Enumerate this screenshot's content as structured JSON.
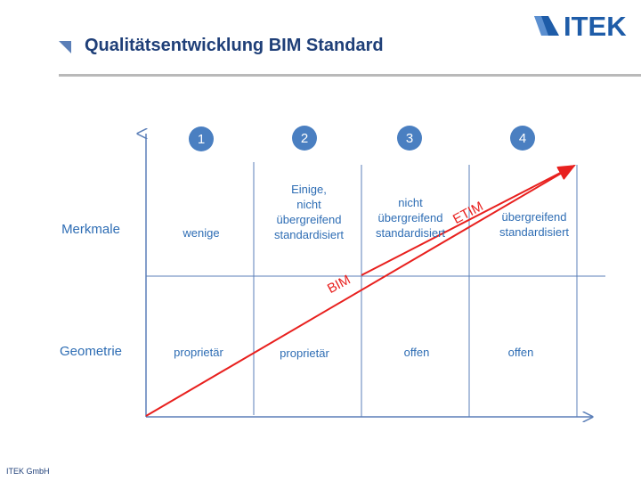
{
  "header": {
    "title": "Qualitätsentwicklung BIM Standard",
    "logo_text": "ITEK",
    "accent_color": "#1f3f78",
    "logo_color": "#1e5ca8"
  },
  "footer": {
    "company": "ITEK GmbH"
  },
  "diagram": {
    "stages": [
      "1",
      "2",
      "3",
      "4"
    ],
    "rows": [
      {
        "label": "Merkmale",
        "cells": [
          "wenige",
          "Einige,\nnicht\nübergreifend\nstandardisiert",
          "nicht\nübergreifend\nstandardisiert",
          "übergreifend\nstandardisiert"
        ]
      },
      {
        "label": "Geometrie",
        "cells": [
          "proprietär",
          "proprietär",
          "offen",
          "offen"
        ]
      }
    ],
    "arrows": [
      {
        "label": "BIM",
        "color": "#e8201e"
      },
      {
        "label": "ETIM",
        "color": "#e8201e"
      }
    ],
    "line_color": "#5b7fb8",
    "badge_color": "#4a7fc1"
  }
}
